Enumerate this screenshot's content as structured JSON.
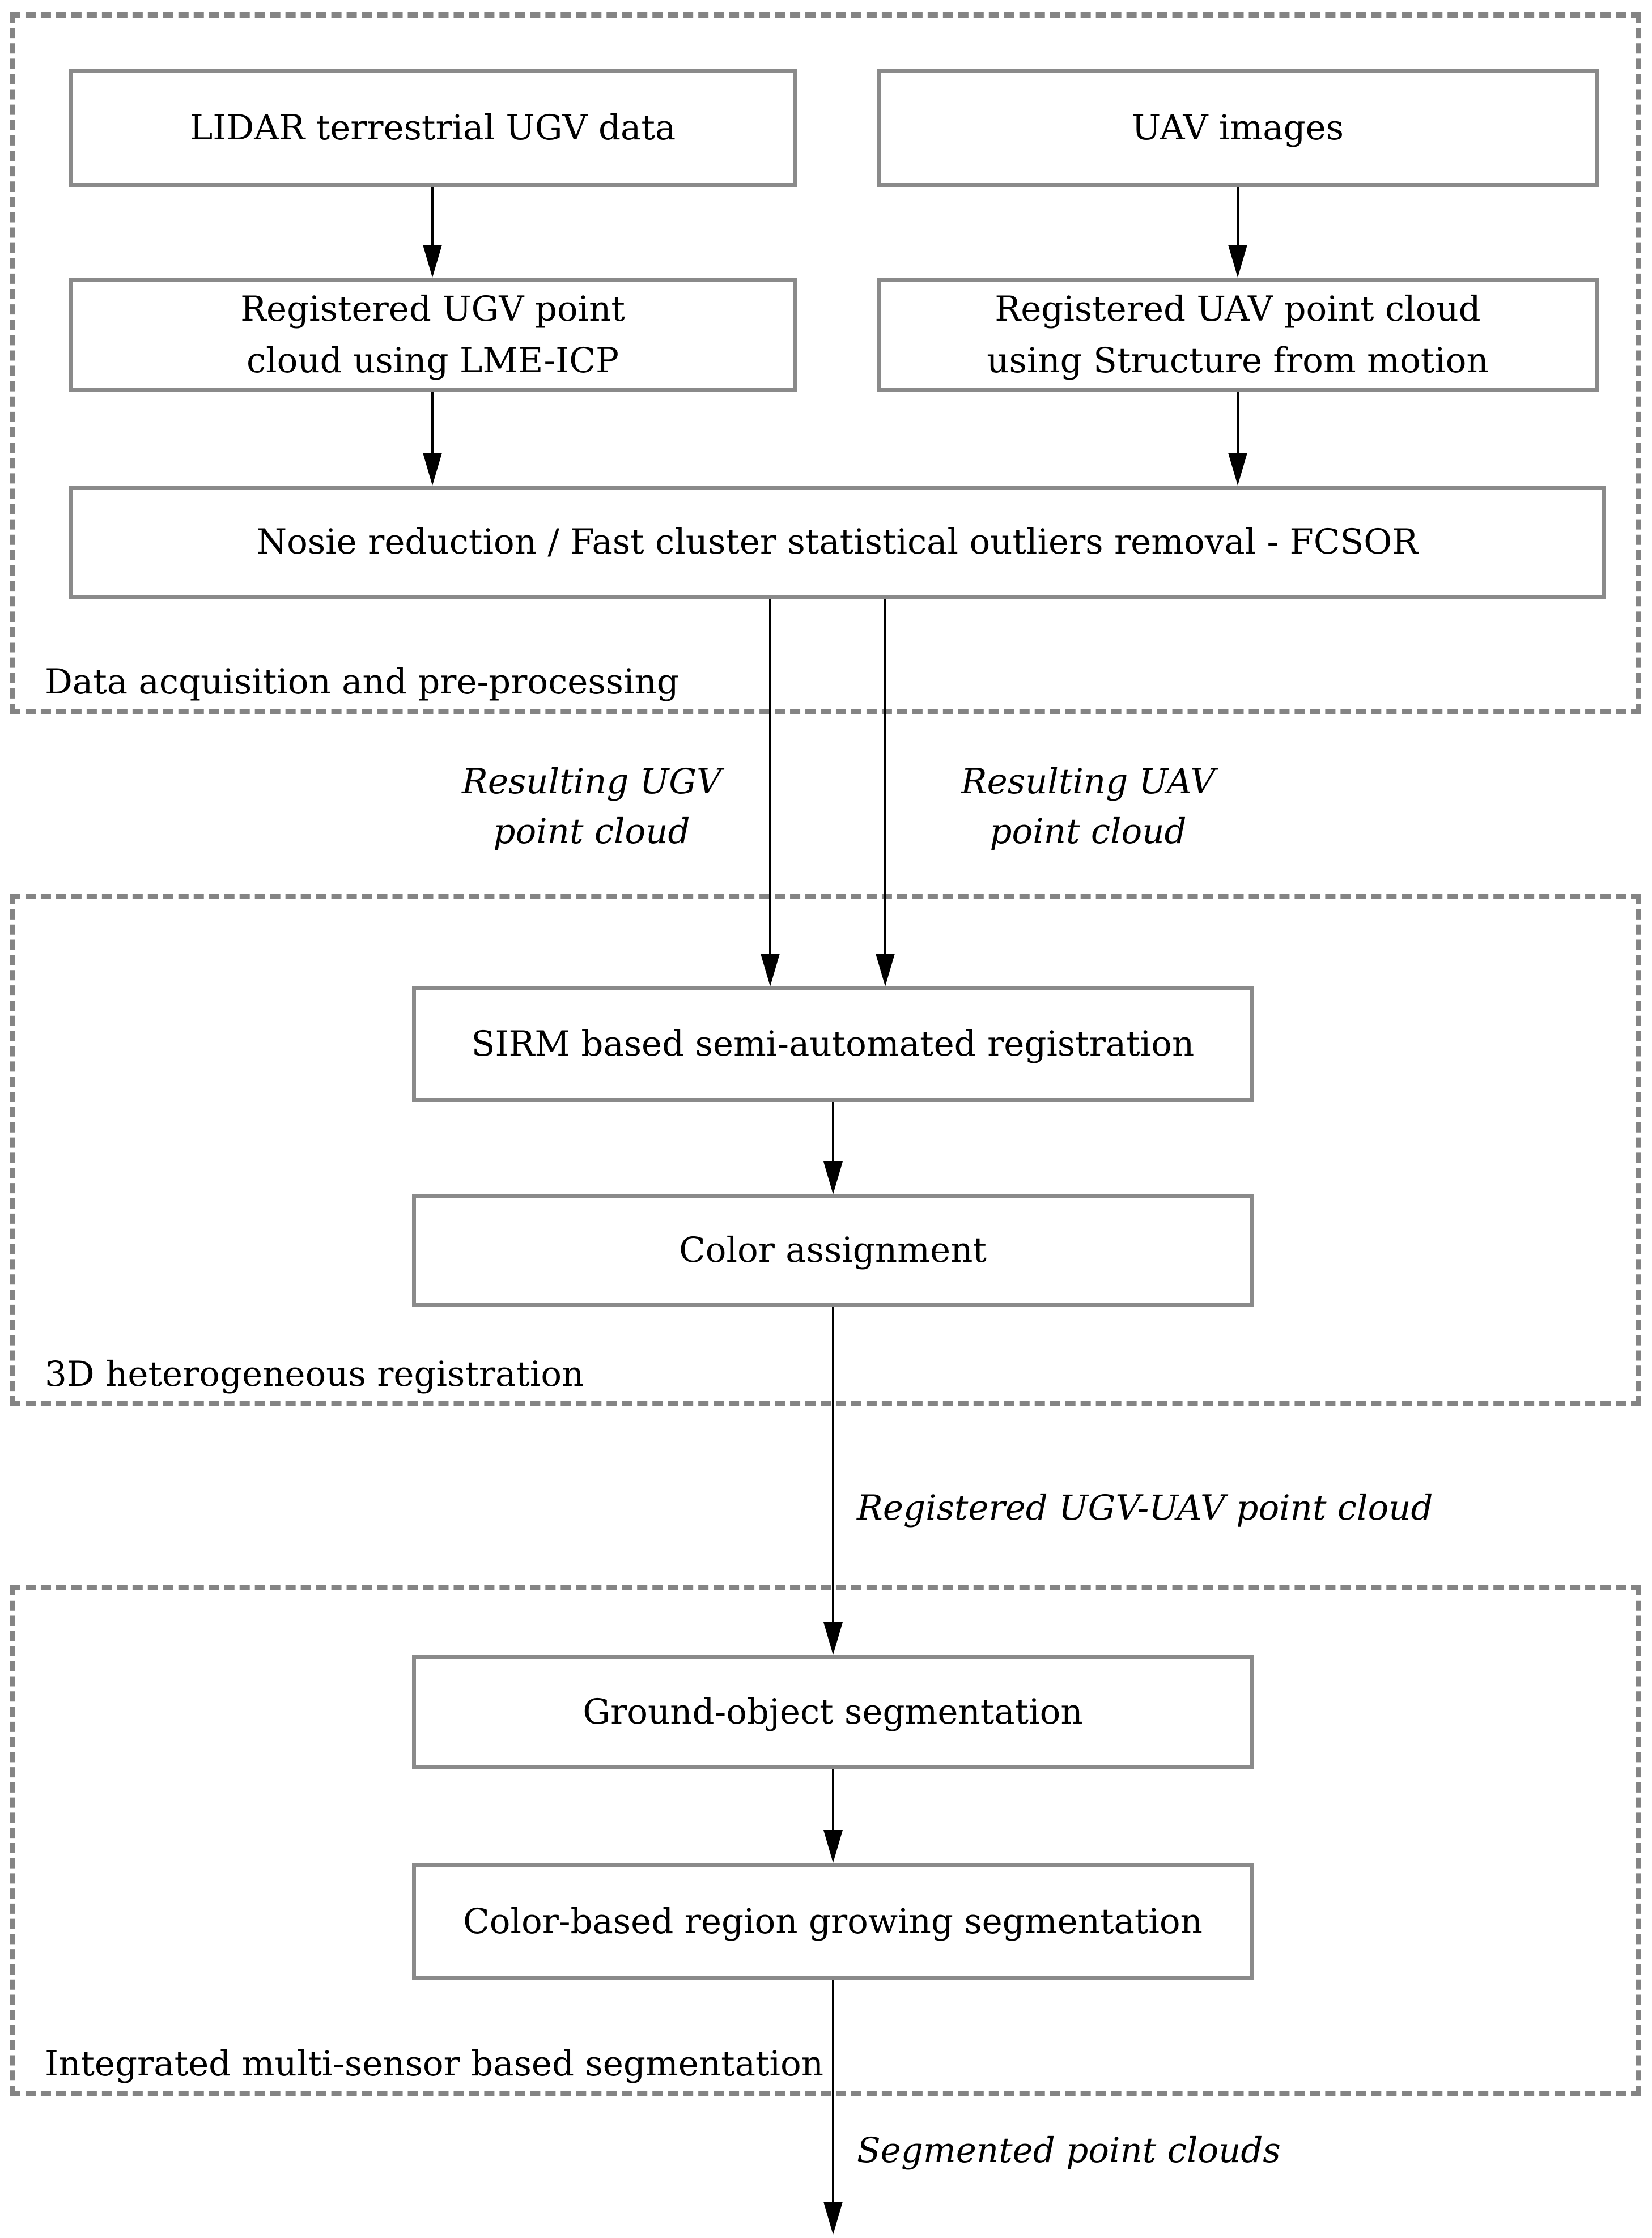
{
  "sections": [
    {
      "id": "data-acquisition",
      "label": "Data acquisition and pre-processing"
    },
    {
      "id": "registration",
      "label": "3D heterogeneous registration"
    },
    {
      "id": "segmentation",
      "label": "Integrated multi-sensor based segmentation"
    }
  ],
  "boxes": {
    "lidar": {
      "label": "LIDAR terrestrial UGV data"
    },
    "uav_images": {
      "label": "UAV images"
    },
    "reg_ugv": {
      "lines": [
        "Registered UGV point",
        "cloud using LME-ICP"
      ]
    },
    "reg_uav": {
      "lines": [
        "Registered UAV point cloud",
        "using Structure from motion"
      ]
    },
    "fcsor": {
      "label": "Nosie reduction / Fast cluster statistical outliers removal - FCSOR"
    },
    "sirm": {
      "label": "SIRM based semi-automated registration"
    },
    "color_assignment": {
      "label": "Color assignment"
    },
    "ground_object": {
      "label": "Ground-object segmentation"
    },
    "region_growing": {
      "label": "Color-based region growing segmentation"
    }
  },
  "edge_labels": {
    "resulting_ugv": {
      "lines": [
        "Resulting UGV",
        "point cloud"
      ]
    },
    "resulting_uav": {
      "lines": [
        "Resulting UAV",
        "point cloud"
      ]
    },
    "registered_ugv_uav": {
      "label": "Registered UGV-UAV point cloud"
    },
    "segmented": {
      "label": "Segmented point clouds"
    }
  },
  "colors": {
    "box_border": "#8a8a8a",
    "dashed_border": "#848484",
    "arrow": "#000000",
    "text": "#000000",
    "background": "#ffffff"
  }
}
